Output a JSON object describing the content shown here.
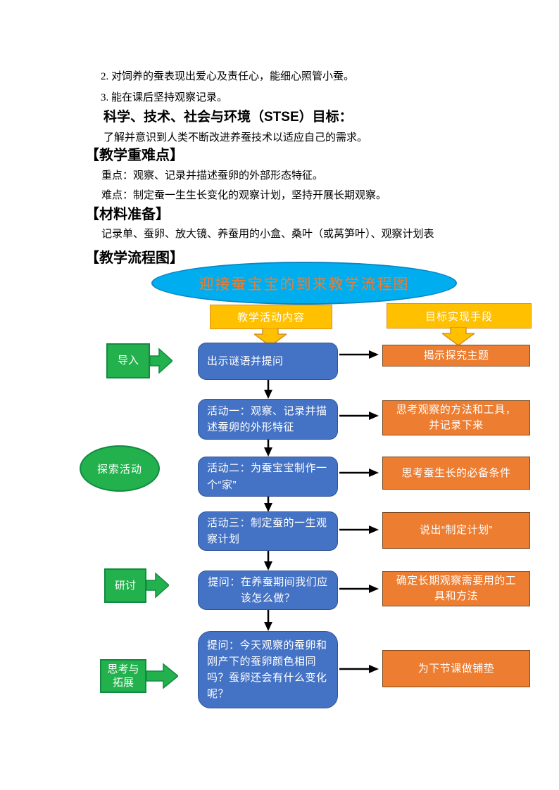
{
  "document": {
    "attitude_items": [
      "2. 对饲养的蚕表现出爱心及责任心，能细心照管小蚕。",
      "3. 能在课后坚持观察记录。"
    ],
    "stse_heading": "科学、技术、社会与环境（STSE）目标：",
    "stse_body": "了解并意识到人类不断改进养蚕技术以适应自己的需求。",
    "sections": [
      {
        "heading": "【教学重难点】",
        "lines": [
          "重点：观察、记录并描述蚕卵的外部形态特征。",
          "难点：制定蚕一生生长变化的观察计划，坚持开展长期观察。"
        ]
      },
      {
        "heading": "【材料准备】",
        "lines": [
          "记录单、蚕卵、放大镜、养蚕用的小盒、桑叶（或莴笋叶）、观察计划表"
        ]
      },
      {
        "heading": "【教学流程图】",
        "lines": []
      }
    ]
  },
  "flowchart": {
    "title": "迎接蚕宝宝的到来教学流程图",
    "column_headers": {
      "left": "教学活动内容",
      "right": "目标实现手段"
    },
    "stages": [
      {
        "label": "导入"
      },
      {
        "label": "探索活动"
      },
      {
        "label": "研讨"
      },
      {
        "label": "思考与拓展"
      }
    ],
    "rows": [
      {
        "activity": "出示谜语并提问",
        "outcome": "揭示探究主题"
      },
      {
        "activity": "活动一：观察、记录并描述蚕卵的外形特征",
        "outcome": "思考观察的方法和工具，并记录下来"
      },
      {
        "activity": "活动二：为蚕宝宝制作一个“家”",
        "outcome": "思考蚕生长的必备条件"
      },
      {
        "activity": "活动三：制定蚕的一生观察计划",
        "outcome": "说出“制定计划”"
      },
      {
        "activity": "提问：在养蚕期间我们应该怎么做？",
        "outcome": "确定长期观察需要用的工具和方法"
      },
      {
        "activity": "提问：今天观察的蚕卵和刚产下的蚕卵颜色相同吗？蚕卵还会有什么变化呢？",
        "outcome": "为下节课做铺垫"
      }
    ],
    "colors": {
      "title_ellipse": "#00AEEF",
      "title_text": "#ED7D31",
      "header_box": "#FFC000",
      "activity_box": "#4472C4",
      "outcome_box": "#ED7D31",
      "stage_shape": "#22B14C"
    }
  }
}
